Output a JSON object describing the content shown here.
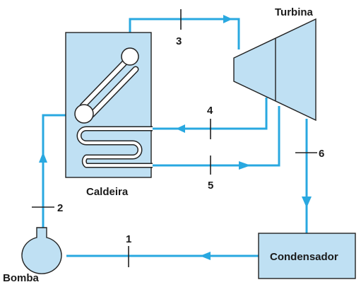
{
  "labels": {
    "turbine": "Turbina",
    "boiler": "Caldeira",
    "condenser": "Condensador",
    "pump": "Bomba"
  },
  "states": {
    "s1": "1",
    "s2": "2",
    "s3": "3",
    "s4": "4",
    "s5": "5",
    "s6": "6"
  },
  "colors": {
    "pipe": "#29a8e0",
    "component_fill": "#bfe0f3",
    "outline": "#222222"
  }
}
